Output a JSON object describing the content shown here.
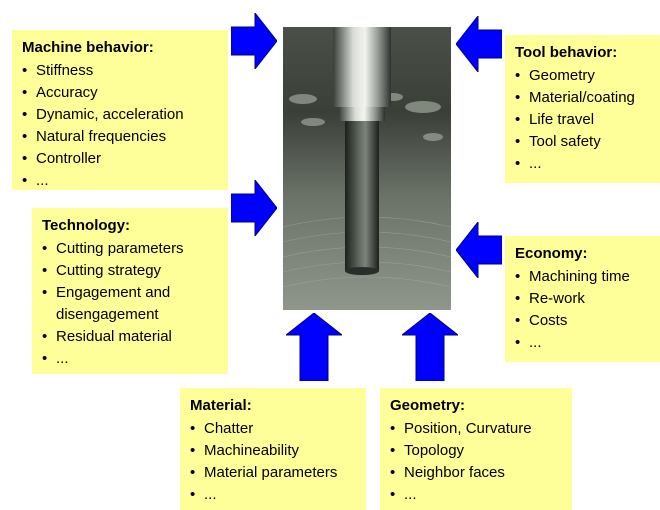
{
  "boxes": {
    "machine": {
      "title": "Machine behavior:",
      "items": [
        "Stiffness",
        "Accuracy",
        "Dynamic, acceleration",
        "Natural frequencies",
        "Controller",
        "..."
      ]
    },
    "tool": {
      "title": "Tool behavior:",
      "items": [
        "Geometry",
        "Material/coating",
        "Life travel",
        "Tool safety",
        "..."
      ]
    },
    "technology": {
      "title": "Technology:",
      "items": [
        "Cutting parameters",
        "Cutting strategy",
        "Engagement and disengagement",
        "Residual material",
        "..."
      ]
    },
    "economy": {
      "title": "Economy:",
      "items": [
        "Machining time",
        "Re-work",
        "Costs",
        "..."
      ]
    },
    "material": {
      "title": "Material:",
      "items": [
        "Chatter",
        "Machineability",
        "Material parameters",
        "..."
      ]
    },
    "geometry": {
      "title": "Geometry:",
      "items": [
        "Position, Curvature",
        "Topology",
        "Neighbor faces",
        "..."
      ]
    }
  },
  "colors": {
    "box_fill": "#ffff99",
    "arrow_fill": "#0000ff",
    "arrow_outline": "#000080"
  }
}
